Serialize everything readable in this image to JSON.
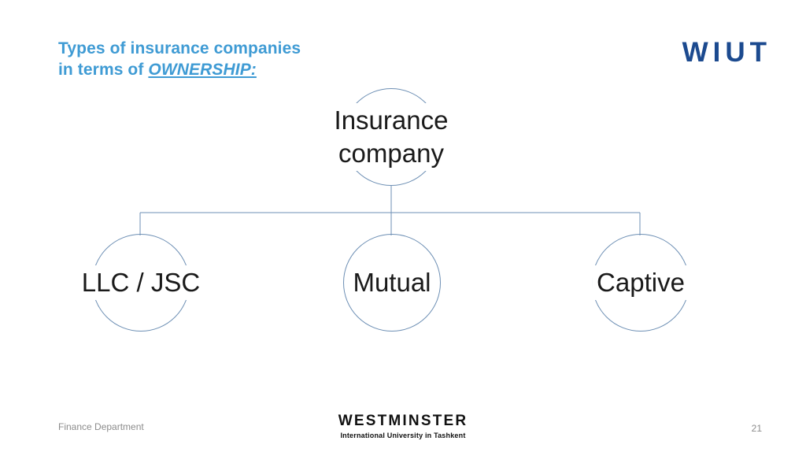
{
  "slide": {
    "title_line1": "Types of insurance companies",
    "title_line2_prefix": "in terms of ",
    "title_line2_emphasis": "OWNERSHIP:",
    "title_color": "#3f9bd4",
    "background_color": "#ffffff"
  },
  "brand": {
    "logo_text": "WIUT",
    "logo_color": "#1c4a8f"
  },
  "diagram": {
    "type": "hierarchy",
    "node_stroke_color": "#6d8fb4",
    "connector_color": "#6d8fb4",
    "root": {
      "label": "Insurance company"
    },
    "children": [
      {
        "label": "LLC / JSC"
      },
      {
        "label": "Mutual"
      },
      {
        "label": "Captive"
      }
    ]
  },
  "footer": {
    "department": "Finance Department",
    "logo_main": "WESTMINSTER",
    "logo_sub": "International University in Tashkent",
    "page_number": "21",
    "text_color": "#8c8c8c"
  }
}
